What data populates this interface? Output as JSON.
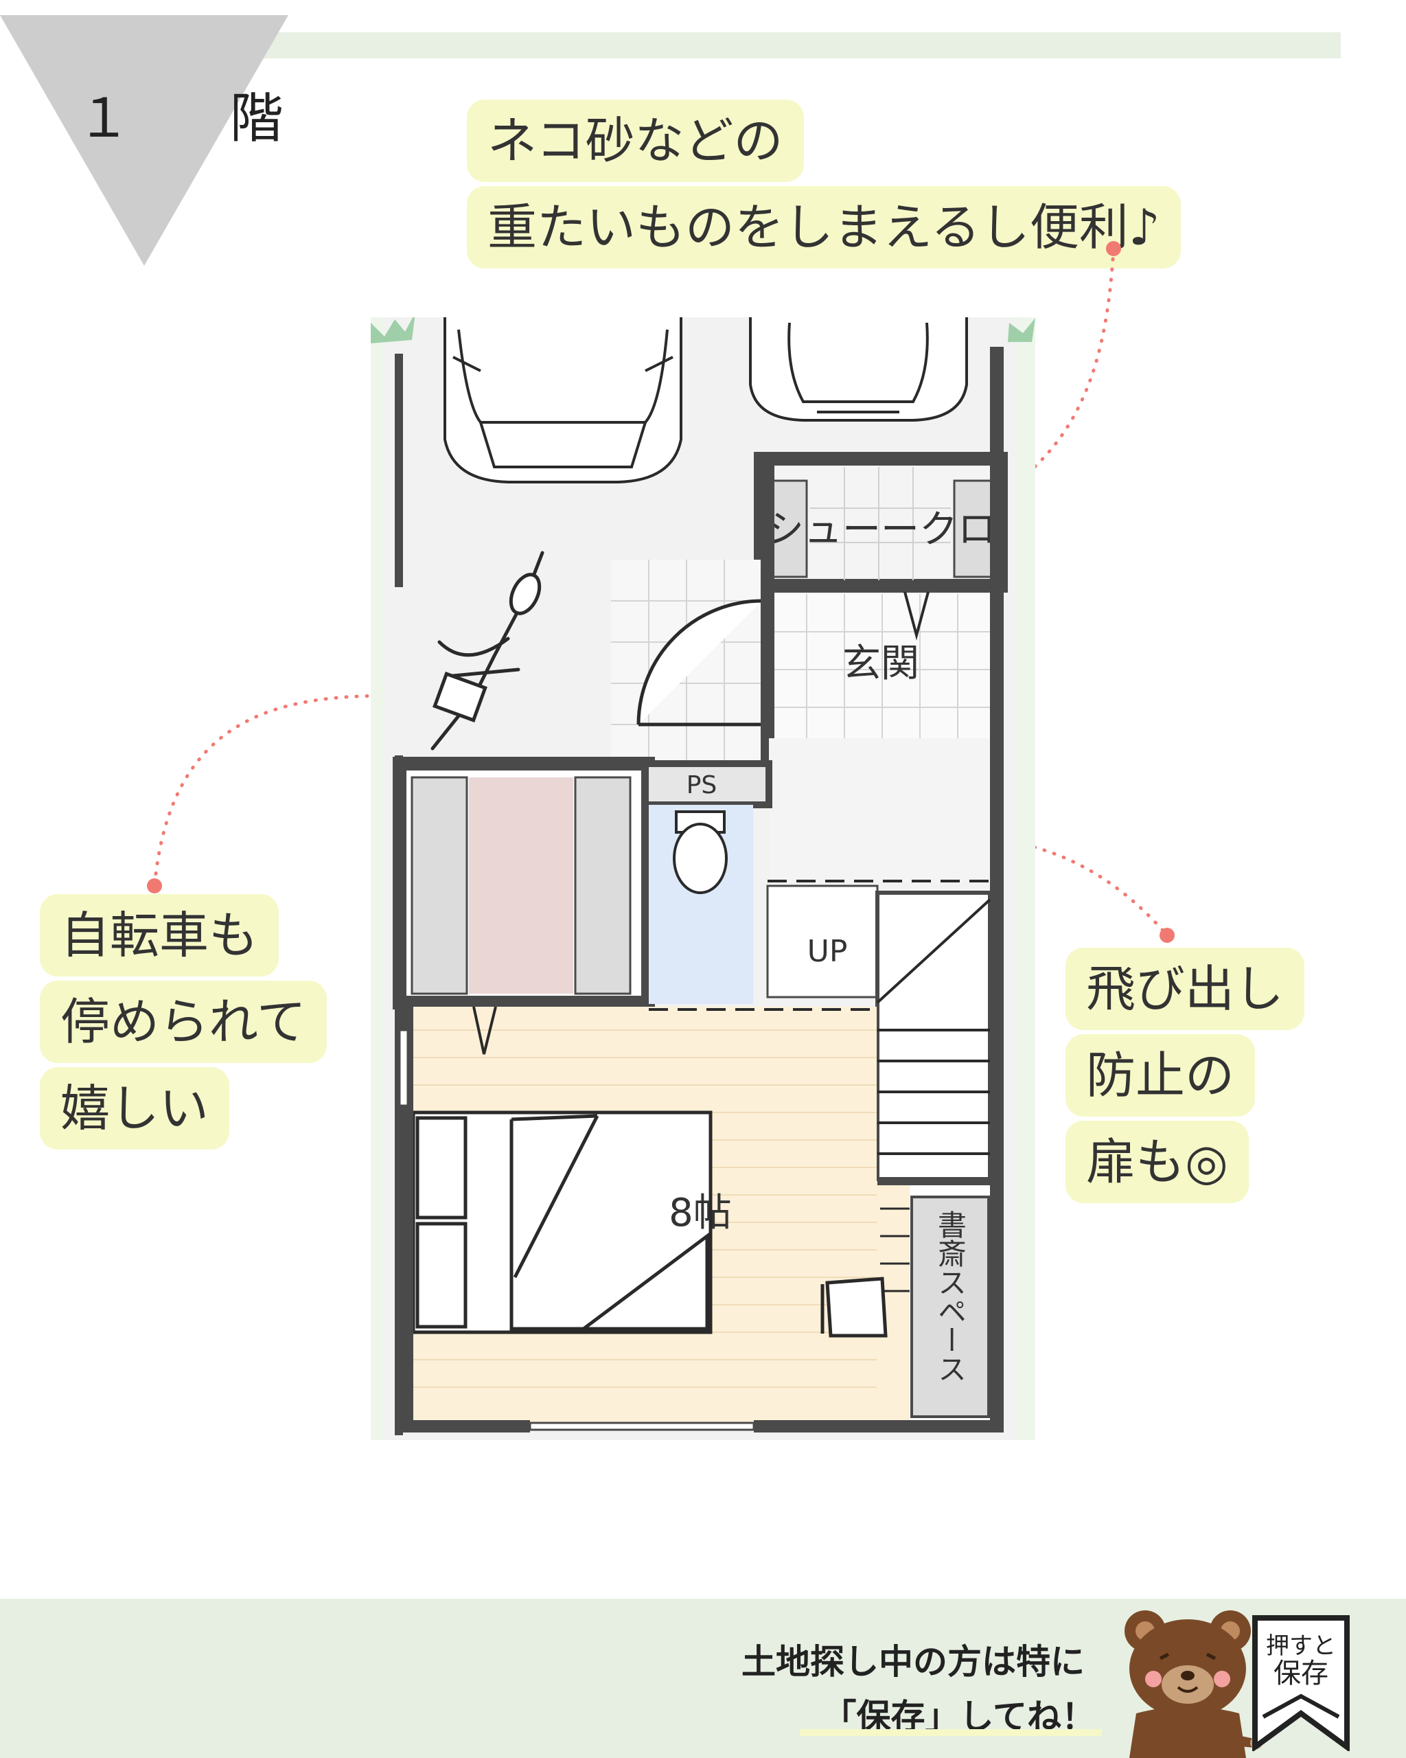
{
  "floor": {
    "label": "１ 階"
  },
  "callouts": {
    "shoe_closet": [
      "ネコ砂などの",
      "重たいものをしまえるし便利♪"
    ],
    "bicycle": [
      "自転車も",
      "停められて",
      "嬉しい"
    ],
    "door": [
      "飛び出し",
      "防止の",
      "扉も◎"
    ]
  },
  "rooms": {
    "shoe_closet": "シューークロ",
    "entrance": "玄関",
    "pipe_space": "PS",
    "stairs_up": "UP",
    "bedroom": "8帖",
    "study": "書斎スペース"
  },
  "cta": {
    "line1": "土地探し中の方は特に",
    "line2": "「保存」してね！",
    "save_badge": [
      "押すと",
      "保存"
    ]
  },
  "colors": {
    "header_bar": "#e8f0e4",
    "bubble": "#f6f8c8",
    "dotted_line": "#f07a72",
    "wall": "#4a4a4a",
    "bedroom_floor": "#fcf0d8",
    "toilet_floor": "#dde9f8",
    "closet_pink": "#ebd6d6",
    "bottom_band": "#e6efe2"
  }
}
